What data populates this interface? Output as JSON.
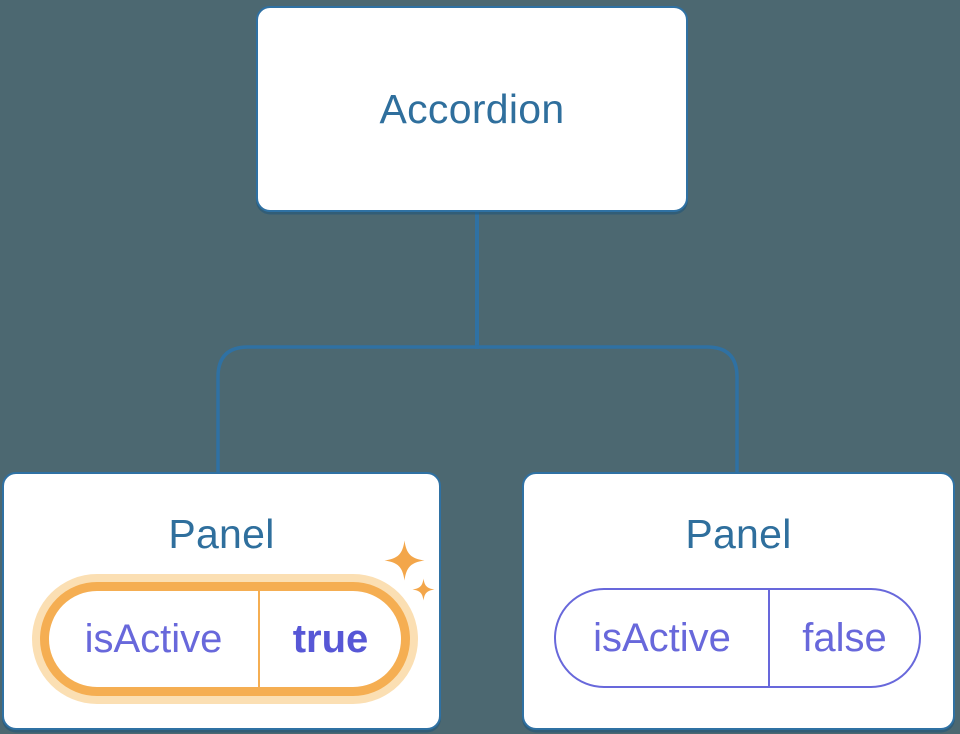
{
  "tree": {
    "root": {
      "label": "Accordion"
    },
    "children": [
      {
        "label": "Panel",
        "state": {
          "key": "isActive",
          "value": "true"
        },
        "highlighted": true,
        "icon": "sparkles"
      },
      {
        "label": "Panel",
        "state": {
          "key": "isActive",
          "value": "false"
        },
        "highlighted": false
      }
    ]
  },
  "colors": {
    "background": "#4C6871",
    "node_border_blue": "#2F71A3",
    "node_text_blue": "#2F6F9D",
    "state_purple": "#6868DB",
    "state_purple_bold": "#5757D6",
    "highlight_orange": "#F5AE52",
    "highlight_glow": "#FBDFB3",
    "sparkle_orange": "#F3A64A",
    "node_fill": "#FFFFFF"
  }
}
